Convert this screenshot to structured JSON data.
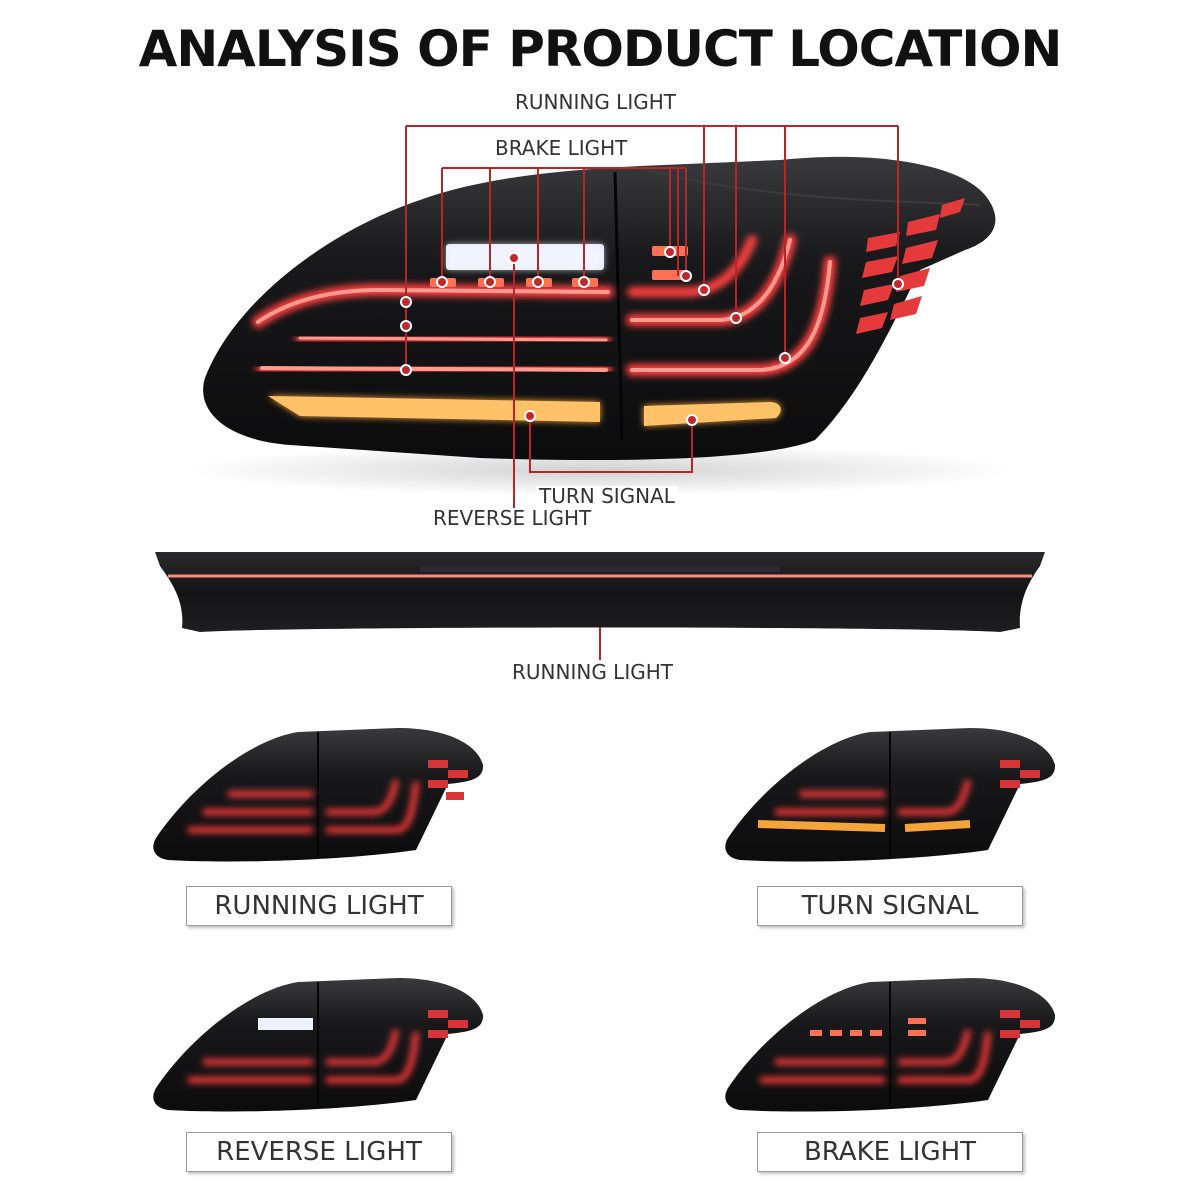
{
  "title": "ANALYSIS OF PRODUCT LOCATION",
  "callouts": {
    "running_light_top": "RUNNING LIGHT",
    "brake_light": "BRAKE LIGHT",
    "turn_signal": "TURN SIGNAL",
    "reverse_light": "REVERSE LIGHT",
    "running_light_trunk": "RUNNING LIGHT"
  },
  "modes": [
    {
      "label": "RUNNING LIGHT"
    },
    {
      "label": "TURN SIGNAL"
    },
    {
      "label": "REVERSE LIGHT"
    },
    {
      "label": "BRAKE LIGHT"
    }
  ],
  "colors": {
    "callout_line": "#b5252a",
    "housing": "#1a1a1c",
    "red_glow": "#e0383a",
    "amber": "#f0a63a",
    "white_led": "#eaf0ff"
  }
}
